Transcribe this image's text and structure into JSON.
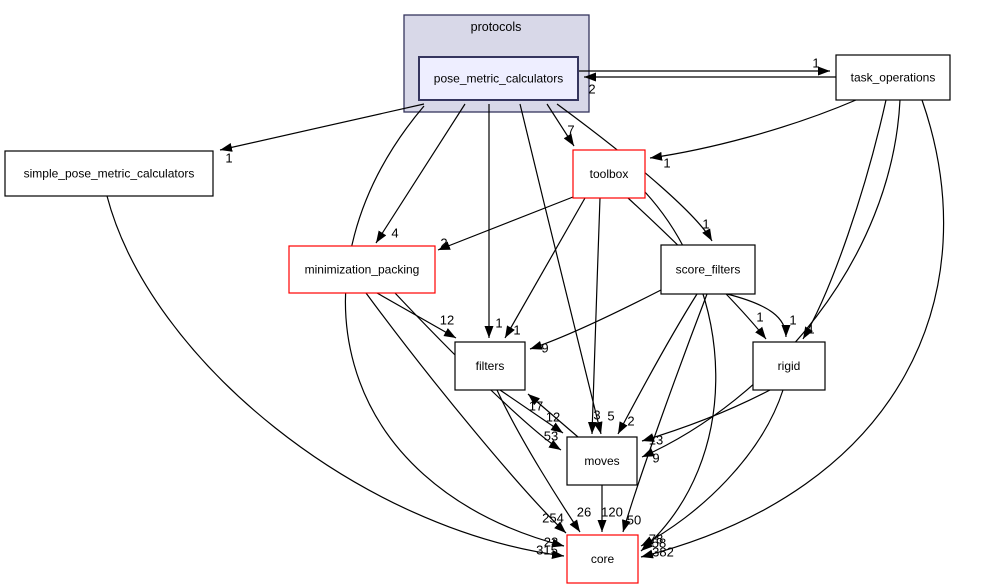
{
  "diagram": {
    "type": "directory-dependency-graph",
    "cluster": {
      "label": "protocols"
    },
    "colors": {
      "cluster_fill": "#d8d8e8",
      "cluster_border": "#35355e",
      "highlight_fill": "#eeeeff",
      "highlight_border": "#35355e",
      "warn_border": "#ff0000",
      "normal_border": "#000000",
      "node_fill": "#ffffff",
      "edge": "#000000"
    },
    "nodes": [
      {
        "id": "pose_metric_calculators",
        "label": "pose_metric_calculators",
        "style": "highlight"
      },
      {
        "id": "task_operations",
        "label": "task_operations",
        "style": "normal"
      },
      {
        "id": "simple_pose_metric_calculators",
        "label": "simple_pose_metric_calculators",
        "style": "normal"
      },
      {
        "id": "toolbox",
        "label": "toolbox",
        "style": "warn"
      },
      {
        "id": "minimization_packing",
        "label": "minimization_packing",
        "style": "warn"
      },
      {
        "id": "score_filters",
        "label": "score_filters",
        "style": "normal"
      },
      {
        "id": "filters",
        "label": "filters",
        "style": "normal"
      },
      {
        "id": "rigid",
        "label": "rigid",
        "style": "normal"
      },
      {
        "id": "moves",
        "label": "moves",
        "style": "normal"
      },
      {
        "id": "core",
        "label": "core",
        "style": "warn"
      }
    ],
    "edges": [
      {
        "from": "pose_metric_calculators",
        "to": "task_operations",
        "count": 1
      },
      {
        "from": "task_operations",
        "to": "pose_metric_calculators",
        "count": 2
      },
      {
        "from": "pose_metric_calculators",
        "to": "simple_pose_metric_calculators",
        "count": 1
      },
      {
        "from": "pose_metric_calculators",
        "to": "toolbox",
        "count": 7
      },
      {
        "from": "task_operations",
        "to": "toolbox",
        "count": 1
      },
      {
        "from": "pose_metric_calculators",
        "to": "minimization_packing",
        "count": 4
      },
      {
        "from": "toolbox",
        "to": "minimization_packing",
        "count": 2
      },
      {
        "from": "pose_metric_calculators",
        "to": "score_filters",
        "count": 1
      },
      {
        "from": "toolbox",
        "to": "rigid",
        "count": 1
      },
      {
        "from": "score_filters",
        "to": "rigid",
        "count": 1
      },
      {
        "from": "task_operations",
        "to": "rigid",
        "count": 1
      },
      {
        "from": "minimization_packing",
        "to": "filters",
        "count": 12
      },
      {
        "from": "pose_metric_calculators",
        "to": "filters",
        "count": 1
      },
      {
        "from": "toolbox",
        "to": "filters",
        "count": 1
      },
      {
        "from": "score_filters",
        "to": "filters",
        "count": 9
      },
      {
        "from": "moves",
        "to": "filters",
        "count": 17
      },
      {
        "from": "filters",
        "to": "moves",
        "count": 12
      },
      {
        "from": "minimization_packing",
        "to": "moves",
        "count": 53
      },
      {
        "from": "toolbox",
        "to": "moves",
        "count": 3
      },
      {
        "from": "pose_metric_calculators",
        "to": "moves",
        "count": 5
      },
      {
        "from": "score_filters",
        "to": "moves",
        "count": 2
      },
      {
        "from": "rigid",
        "to": "moves",
        "count": 13
      },
      {
        "from": "task_operations",
        "to": "moves",
        "count": 9
      },
      {
        "from": "minimization_packing",
        "to": "core",
        "count": 254
      },
      {
        "from": "filters",
        "to": "core",
        "count": 26
      },
      {
        "from": "moves",
        "to": "core",
        "count": 120
      },
      {
        "from": "score_filters",
        "to": "core",
        "count": 50
      },
      {
        "from": "simple_pose_metric_calculators",
        "to": "core",
        "count": 315
      },
      {
        "from": "pose_metric_calculators",
        "to": "core",
        "count": 23
      },
      {
        "from": "rigid",
        "to": "core",
        "count": 58
      },
      {
        "from": "toolbox",
        "to": "core",
        "count": 78
      },
      {
        "from": "task_operations",
        "to": "core",
        "count": 382
      }
    ]
  }
}
